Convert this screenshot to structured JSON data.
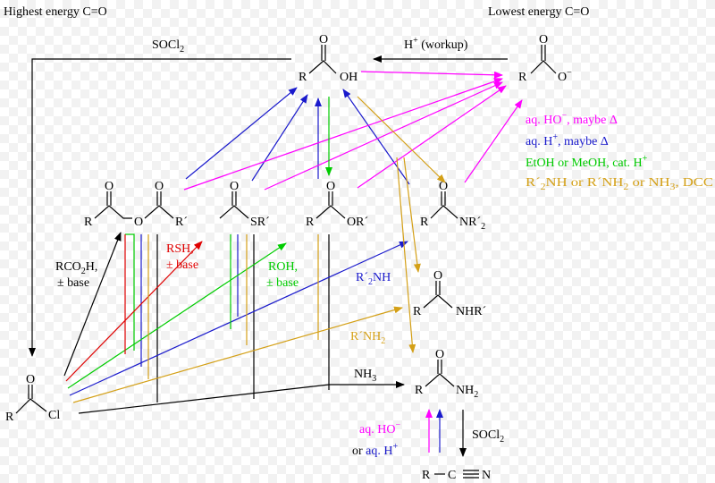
{
  "header": {
    "left": "Highest energy C=O",
    "right": "Lowest energy C=O"
  },
  "colors": {
    "black": "#000000",
    "blue": "#1a1acc",
    "magenta": "#ff00ff",
    "green": "#00cc00",
    "orange": "#d4a017",
    "red": "#e00000"
  },
  "reagents": {
    "socl2_top": {
      "main": "SOCl",
      "sub": "2"
    },
    "workup": {
      "pre": "H",
      "sup": "+",
      "post": " (workup)"
    },
    "rco2h": [
      "RCO",
      "H,",
      "± base",
      "2"
    ],
    "rsh": [
      "RSH,",
      "± base"
    ],
    "roh": [
      "ROH,",
      "± base"
    ],
    "r2nh": {
      "a": "R´",
      "sub": "2",
      "b": "NH"
    },
    "rnh2": {
      "a": "R´NH",
      "sub": "2"
    },
    "nh3": {
      "a": "NH",
      "sub": "3"
    },
    "socl2_bottom": {
      "main": "SOCl",
      "sub": "2"
    },
    "aq_ho": {
      "a": "aq. HO",
      "sup": "−"
    },
    "or_aq_h": {
      "a": "or ",
      "b": "aq. H",
      "sup": "+"
    }
  },
  "legend": [
    {
      "pre": "aq. HO",
      "sup": "−",
      "post": ", maybe Δ",
      "color": "magenta"
    },
    {
      "pre": "aq. H",
      "sup": "+",
      "post": ", maybe Δ",
      "color": "blue"
    },
    {
      "pre": "EtOH or MeOH, cat. H",
      "sup": "+",
      "post": "",
      "color": "green"
    },
    {
      "pre": "R´",
      "sub": "2",
      "mid": "NH or R´NH",
      "sub2": "2",
      "post": " or NH",
      "sub3": "3",
      "tail": ", DCC",
      "color": "orange"
    }
  ],
  "molecules": {
    "acid": {
      "r": "R",
      "o": "O",
      "oh": "OH"
    },
    "carboxylate": {
      "r": "R",
      "o": "O",
      "om": "O",
      "sup": "−"
    },
    "anhydride": {
      "r1": "R",
      "o1": "O",
      "o2": "O",
      "o3": "O",
      "r2": "R´"
    },
    "thioester": {
      "o": "O",
      "s": "SR´"
    },
    "ester": {
      "r": "R",
      "o": "O",
      "or": "OR´"
    },
    "tert_amide": {
      "r": "R",
      "o": "O",
      "nr": "NR´",
      "sub": "2"
    },
    "sec_amide": {
      "r": "R",
      "o": "O",
      "nh": "NHR´"
    },
    "prim_amide": {
      "r": "R",
      "o": "O",
      "nh": "NH",
      "sub": "2"
    },
    "acyl_chloride": {
      "r": "R",
      "o": "O",
      "cl": "Cl"
    },
    "nitrile": {
      "r": "R",
      "c": "C",
      "n": "N"
    }
  }
}
